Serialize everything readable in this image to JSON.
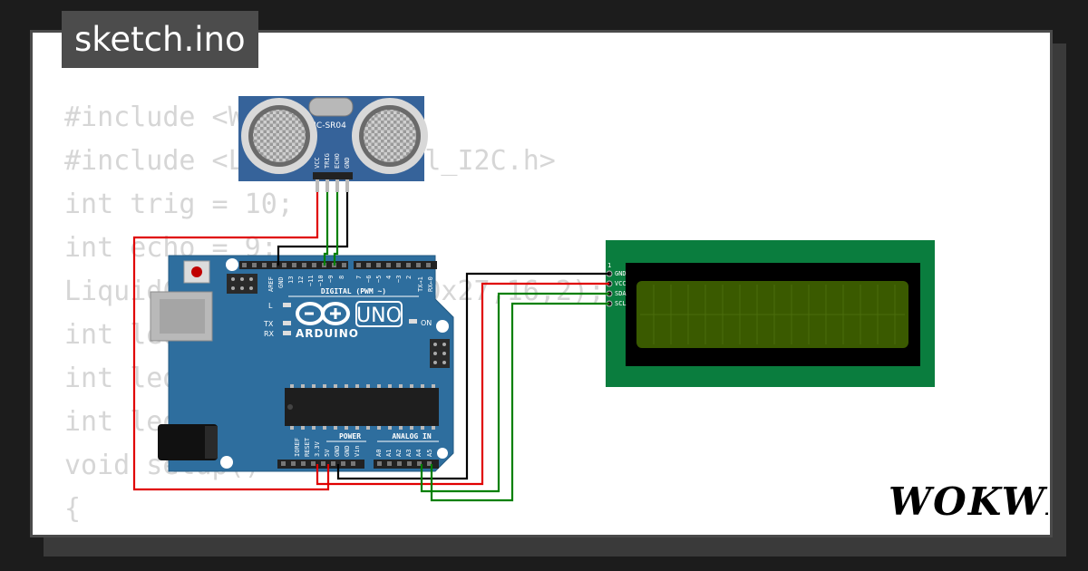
{
  "tab": {
    "filename": "sketch.ino"
  },
  "code_lines": [
    "#include <Wire.h>",
    "#include <LiquidCrystal_I2C.h>",
    "int trig = 10;",
    "int echo = 9;",
    "LiquidCrystal_I2C lcd(0x27,16,2);",
    "int led1 = 5;",
    "int led2 = 6;",
    "int led3 = 7;",
    "void setup()",
    "{"
  ],
  "sensor": {
    "model": "HC-SR04",
    "pins": [
      "VCC",
      "TRIG",
      "ECHO",
      "GND"
    ]
  },
  "arduino": {
    "brand": "ARDUINO",
    "model": "UNO",
    "digital_label": "DIGITAL (PWM ~)",
    "aref": "AREF",
    "gnd": "GND",
    "digital_pins": [
      "13",
      "12",
      "~11",
      "~10",
      "~9",
      "8",
      "7",
      "~6",
      "~5",
      "4",
      "~3",
      "2",
      "TX→1",
      "RX←0"
    ],
    "led_labels": {
      "l": "L",
      "tx": "TX",
      "rx": "RX",
      "on": "ON"
    },
    "power_label": "POWER",
    "power_pins": [
      "IOREF",
      "RESET",
      "3.3V",
      "5V",
      "GND",
      "GND",
      "Vin"
    ],
    "analog_label": "ANALOG IN",
    "analog_pins": [
      "A0",
      "A1",
      "A2",
      "A3",
      "A4",
      "A5"
    ]
  },
  "lcd": {
    "pin1": "1",
    "pins": [
      "GND",
      "VCC",
      "SDA",
      "SCL"
    ]
  },
  "brand": {
    "logo": "WOKWI"
  },
  "colors": {
    "board": "#2e6e9e",
    "lcd_pcb": "#0a7d3e",
    "lcd_screen": "#3a5a00",
    "wire_red": "#e00000",
    "wire_green": "#008000",
    "wire_black": "#000000"
  }
}
